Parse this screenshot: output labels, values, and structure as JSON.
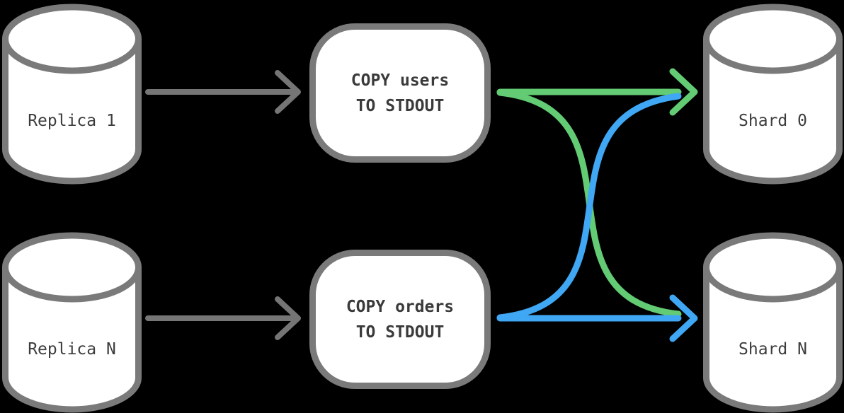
{
  "diagram": {
    "description": "Logical replication sharding flow: replicas feed COPY ... TO STDOUT processes whose output fans out to shards"
  },
  "colors": {
    "background": "#000000",
    "shape_stroke_gray": "#7a7a7a",
    "arrow_gray": "#757575",
    "green": "#62cb73",
    "blue": "#3fa7f3",
    "shape_fill": "#ffffff",
    "text": "#3a3a3a"
  },
  "nodes": {
    "replica1": {
      "label": "Replica 1",
      "type": "database"
    },
    "replicaN": {
      "label": "Replica N",
      "type": "database"
    },
    "copy_users": {
      "line1": "COPY users",
      "line2": "TO STDOUT",
      "type": "process"
    },
    "copy_orders": {
      "line1": "COPY orders",
      "line2": "TO STDOUT",
      "type": "process"
    },
    "shard0": {
      "label": "Shard 0",
      "type": "database"
    },
    "shardN": {
      "label": "Shard N",
      "type": "database"
    }
  },
  "edges": [
    {
      "from": "Replica 1",
      "to": "COPY users TO STDOUT",
      "color_key": "arrow_gray"
    },
    {
      "from": "Replica N",
      "to": "COPY orders TO STDOUT",
      "color_key": "arrow_gray"
    },
    {
      "from": "COPY users TO STDOUT",
      "to": "Shard 0",
      "color_key": "green"
    },
    {
      "from": "COPY users TO STDOUT",
      "to": "Shard N",
      "color_key": "green"
    },
    {
      "from": "COPY orders TO STDOUT",
      "to": "Shard N",
      "color_key": "blue"
    },
    {
      "from": "COPY orders TO STDOUT",
      "to": "Shard 0",
      "color_key": "blue"
    }
  ]
}
